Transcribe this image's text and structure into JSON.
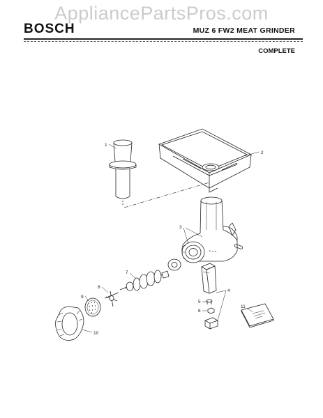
{
  "watermark": "AppliancePartsPros.com",
  "header": {
    "brand": "BOSCH",
    "model": "MUZ 6 FW2 MEAT GRINDER",
    "subtitle": "COMPLETE"
  },
  "callouts": [
    "1",
    "2",
    "3",
    "4",
    "5",
    "6",
    "7",
    "8",
    "9",
    "10",
    "11"
  ],
  "colors": {
    "line": "#222222",
    "watermark": "#a0a0a0"
  }
}
